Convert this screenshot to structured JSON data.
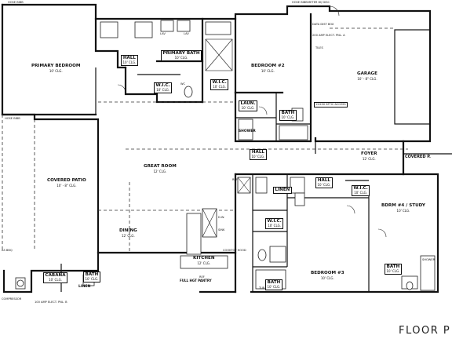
{
  "title": "FLOOR P",
  "rooms": {
    "primary_bedroom": {
      "name": "PRIMARY BEDROOM",
      "ceiling": "10' CLG."
    },
    "primary_bath": {
      "name": "PRIMARY BATH",
      "ceiling": "10' CLG."
    },
    "wic_primary": {
      "name": "W.I.C.",
      "ceiling": "10' CLG."
    },
    "hall_primary": {
      "name": "HALL",
      "ceiling": "10' CLG."
    },
    "bedroom2": {
      "name": "BEDROOM #2",
      "ceiling": "10' CLG."
    },
    "wic2": {
      "name": "W.I.C.",
      "ceiling": "10' CLG."
    },
    "garage": {
      "name": "GARAGE",
      "ceiling": "10' - 8\" CLG."
    },
    "laundry": {
      "name": "LAUN.",
      "ceiling": "10' CLG."
    },
    "bath2": {
      "name": "BATH",
      "ceiling": "10' CLG."
    },
    "shower": {
      "name": "SHOWER",
      "ceiling": ""
    },
    "hall_center": {
      "name": "HALL",
      "ceiling": "10' CLG."
    },
    "foyer": {
      "name": "FOYER",
      "ceiling": "12' CLG."
    },
    "covered_porch": {
      "name": "COVERED P.",
      "ceiling": ""
    },
    "covered_patio": {
      "name": "COVERED PATIO",
      "ceiling": "10' - 8\" CLG."
    },
    "great_room": {
      "name": "GREAT ROOM",
      "ceiling": "12' CLG."
    },
    "dining": {
      "name": "DINING",
      "ceiling": "12' CLG."
    },
    "kitchen": {
      "name": "KITCHEN",
      "ceiling": "12' CLG."
    },
    "pantry": {
      "name": "FULL HGT PANTRY",
      "ceiling": ""
    },
    "cabana": {
      "name": "CABANA",
      "ceiling": "10' CLG."
    },
    "cabana_bath": {
      "name": "BATH",
      "ceiling": "10' CLG."
    },
    "linen_cabana": {
      "name": "LINEN",
      "ceiling": ""
    },
    "hall_east": {
      "name": "HALL",
      "ceiling": "10' CLG."
    },
    "linen_east": {
      "name": "LINEN",
      "ceiling": ""
    },
    "wic3": {
      "name": "W.I.C.",
      "ceiling": "10' CLG."
    },
    "bedroom3": {
      "name": "BEDROOM #3",
      "ceiling": "10' CLG."
    },
    "bath3": {
      "name": "BATH",
      "ceiling": "10' CLG."
    },
    "wic4": {
      "name": "W.I.C.",
      "ceiling": "10' CLG."
    },
    "bedroom4": {
      "name": "BDRM #4 / STUDY",
      "ceiling": "10' CLG."
    },
    "bath4": {
      "name": "BATH",
      "ceiling": "10' CLG."
    }
  },
  "notes": {
    "hose_bibb_top": "HOSE BIBB",
    "hose_bibb_top2": "HOSE BIBB",
    "meter": "METER W/ DISC",
    "data_dist": "DATA DIST BOX",
    "elec_panel": "200 AMP ELECT. PNL. A",
    "tiles": "TILES",
    "attic": "22X30 ATTIC ACCESS",
    "hose_bibb_left": "HOSE BIBB",
    "as_bb": "AS BBQ",
    "compressor": "COMPRESSOR",
    "subpanel": "100 AMP ELECT. PNL. B",
    "ref": "REF",
    "dw": "D.W.",
    "sink": "SINK",
    "cooktop": "COOKTOP HOOD",
    "wc": "WC",
    "lav": "LAV",
    "lav2": "LAV",
    "ref2": "REF",
    "tub": "TUB",
    "shower4": "SHOWER"
  }
}
